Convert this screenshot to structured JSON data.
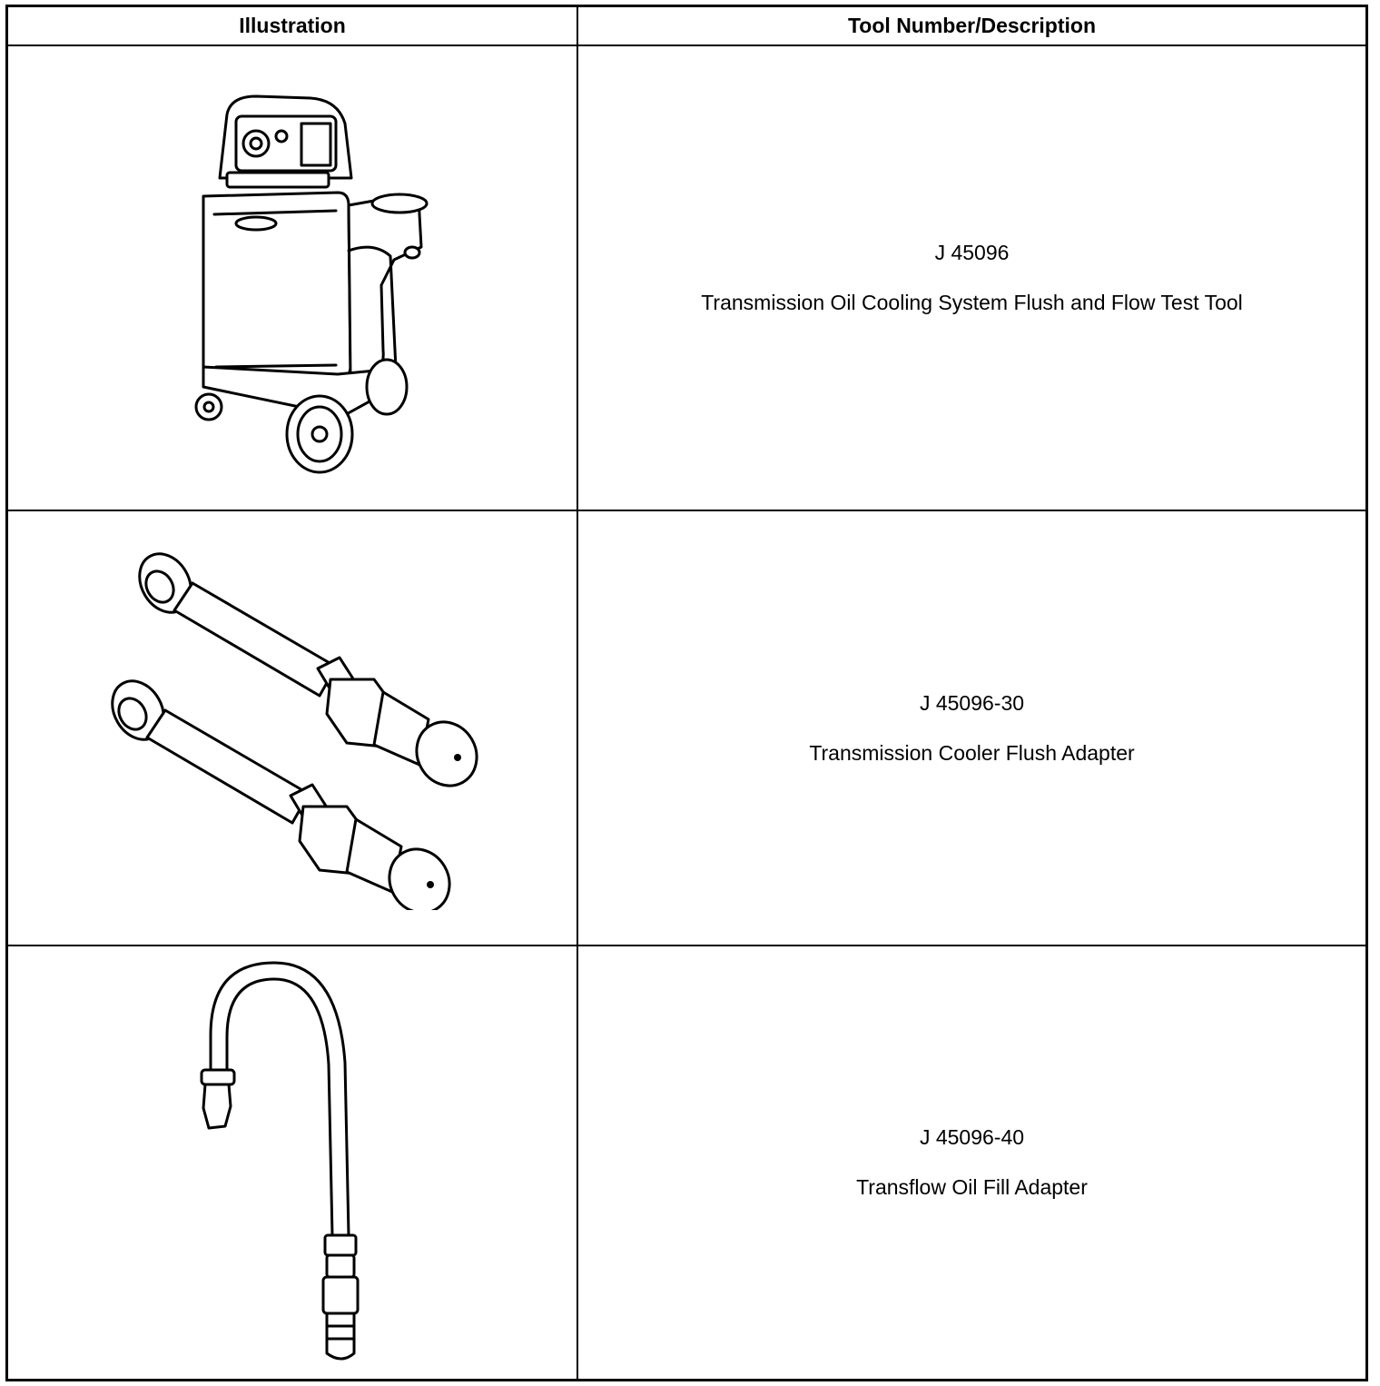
{
  "table": {
    "headers": {
      "illustration": "Illustration",
      "tool": "Tool Number/Description"
    },
    "rows": [
      {
        "number": "J 45096",
        "description": "Transmission Oil Cooling System Flush and Flow Test Tool",
        "illustration_icon": "flush-cart-icon"
      },
      {
        "number": "J 45096-30",
        "description": "Transmission Cooler Flush Adapter",
        "illustration_icon": "hose-adapter-pair-icon"
      },
      {
        "number": "J 45096-40",
        "description": "Transflow Oil Fill Adapter",
        "illustration_icon": "fill-hose-icon"
      }
    ]
  }
}
